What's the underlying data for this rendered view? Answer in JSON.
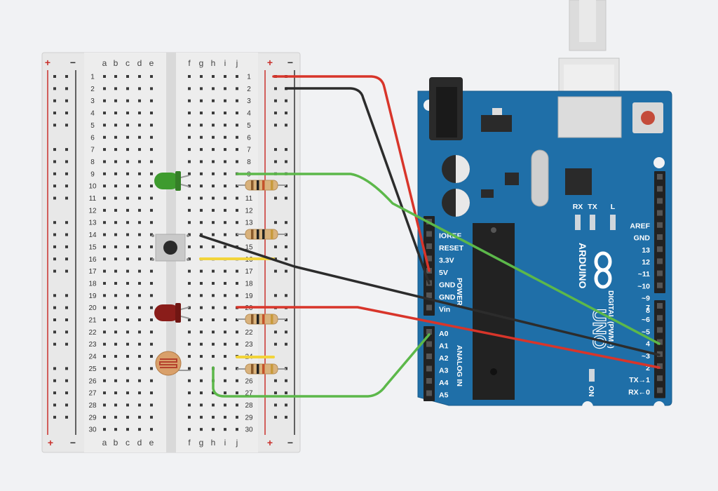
{
  "breadboard": {
    "columns_left": [
      "a",
      "b",
      "c",
      "d",
      "e"
    ],
    "columns_right": [
      "f",
      "g",
      "h",
      "i",
      "j"
    ],
    "row_count": 30,
    "rail_plus": "+",
    "rail_minus": "−"
  },
  "arduino": {
    "brand": "ARDUINO",
    "model": "UNO",
    "power_label": "POWER",
    "analog_label": "ANALOG IN",
    "digital_label": "DIGITAL (PWM~)",
    "on_label": "ON",
    "rx_label": "RX",
    "tx_label": "TX",
    "l_label": "L",
    "power_pins": [
      "IOREF",
      "RESET",
      "3.3V",
      "5V",
      "GND",
      "GND",
      "Vin"
    ],
    "analog_pins": [
      "A0",
      "A1",
      "A2",
      "A3",
      "A4",
      "A5"
    ],
    "digital_pins_top": [
      "AREF",
      "GND",
      "13",
      "12",
      "~11",
      "~10",
      "~9",
      "8"
    ],
    "digital_pins_bottom": [
      "7",
      "~6",
      "~5",
      "4",
      "~3",
      "2",
      "TX→1",
      "RX←0"
    ]
  },
  "components": {
    "led_green_color": "#3e9b2e",
    "led_red_color": "#8a1d1a",
    "wire_red": "#d8352a",
    "wire_black": "#2c2c2c",
    "wire_green": "#5cb84a",
    "wire_yellow": "#f2d43a",
    "board_color": "#1f6fa8"
  }
}
